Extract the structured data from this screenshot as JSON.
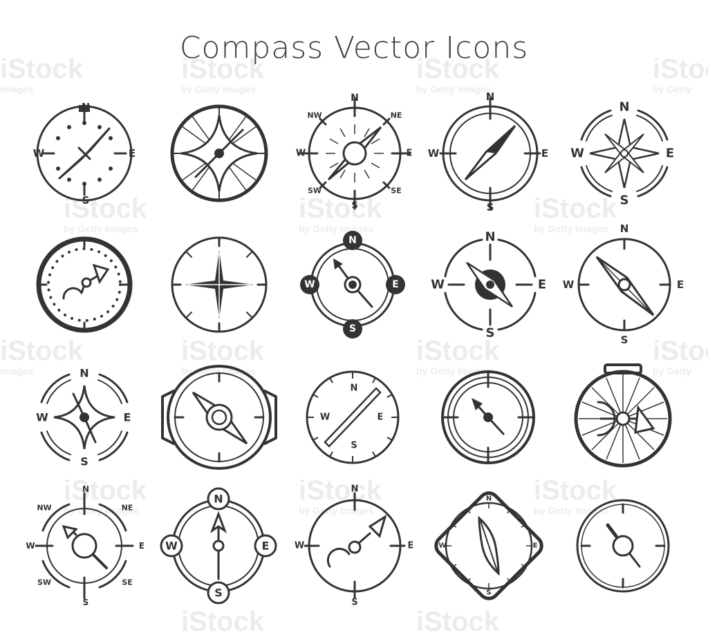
{
  "title": "Compass Vector Icons",
  "colors": {
    "ink": "#333333",
    "background": "#ffffff",
    "watermark": "#ececec"
  },
  "watermark": {
    "brand": "iStock",
    "byline": "by Getty Images",
    "byline_partial": "Images",
    "byline_cut": "by Getty"
  },
  "directions": {
    "north": "N",
    "south": "S",
    "east": "E",
    "west": "W",
    "northwest": "NW",
    "northeast": "NE",
    "southwest": "SW",
    "southeast": "SE"
  },
  "icons": [
    {
      "name": "compass-icon-dotted-needle"
    },
    {
      "name": "compass-icon-star-rays"
    },
    {
      "name": "compass-icon-sun-needle"
    },
    {
      "name": "compass-icon-double-ring"
    },
    {
      "name": "compass-icon-wind-rose"
    },
    {
      "name": "compass-icon-dotted-arrow"
    },
    {
      "name": "compass-icon-four-point-star"
    },
    {
      "name": "compass-icon-badge-letters"
    },
    {
      "name": "compass-icon-dark-needle"
    },
    {
      "name": "compass-icon-classic-needle"
    },
    {
      "name": "compass-icon-curved-star"
    },
    {
      "name": "compass-icon-watch"
    },
    {
      "name": "compass-icon-slim-needle"
    },
    {
      "name": "compass-icon-triple-ring"
    },
    {
      "name": "compass-icon-pocket"
    },
    {
      "name": "compass-icon-magnifier"
    },
    {
      "name": "compass-icon-badge-arrow"
    },
    {
      "name": "compass-icon-arrow-sweep"
    },
    {
      "name": "compass-icon-diamond-frame"
    },
    {
      "name": "compass-icon-minimal"
    }
  ]
}
